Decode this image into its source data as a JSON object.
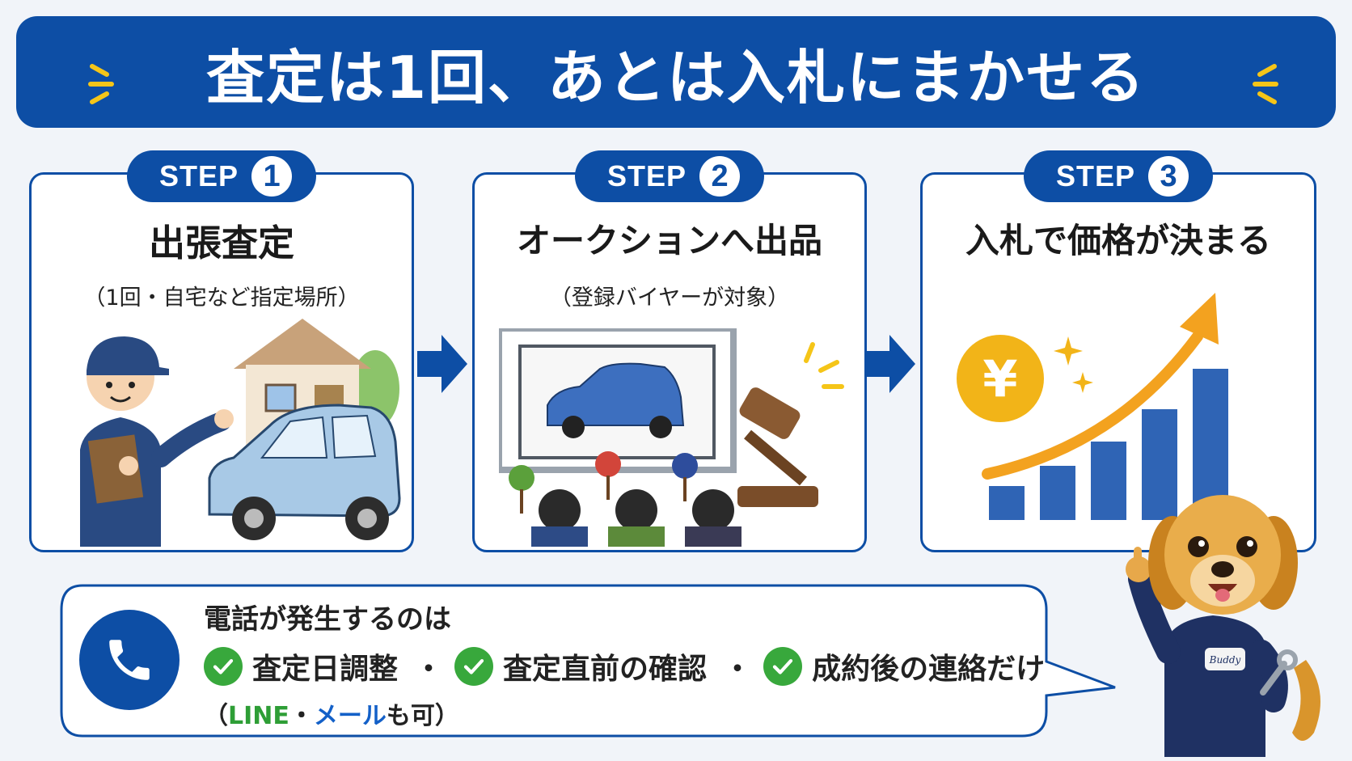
{
  "headline": "査定は1回、あとは入札にまかせる",
  "steps": [
    {
      "word": "STEP",
      "number": "1",
      "title": "出張査定",
      "subtitle": "（1回・自宅など指定場所）"
    },
    {
      "word": "STEP",
      "number": "2",
      "title": "オークションへ出品",
      "subtitle": "（登録バイヤーが対象）"
    },
    {
      "word": "STEP",
      "number": "3",
      "title": "入札で価格が決まる",
      "subtitle": ""
    }
  ],
  "yen_symbol": "¥",
  "callout": {
    "title": "電話が発生するのは",
    "items": [
      "査定日調整",
      "査定直前の確認",
      "成約後の連絡だけ"
    ],
    "separator": "・",
    "note_open": "（",
    "note_line": "LINE",
    "note_sep": "・",
    "note_mail": "メール",
    "note_rest": "も可）"
  },
  "mascot_badge": "Buddy",
  "colors": {
    "brand_blue": "#0d4ea5",
    "check_green": "#38a83c",
    "accent_yellow": "#f2b418",
    "arrow_orange": "#f3a21f"
  },
  "icons": [
    "sparkle-icon",
    "arrow-right-icon",
    "phone-icon",
    "check-icon",
    "yen-coin-icon",
    "growth-arrow-icon",
    "gavel-icon"
  ]
}
